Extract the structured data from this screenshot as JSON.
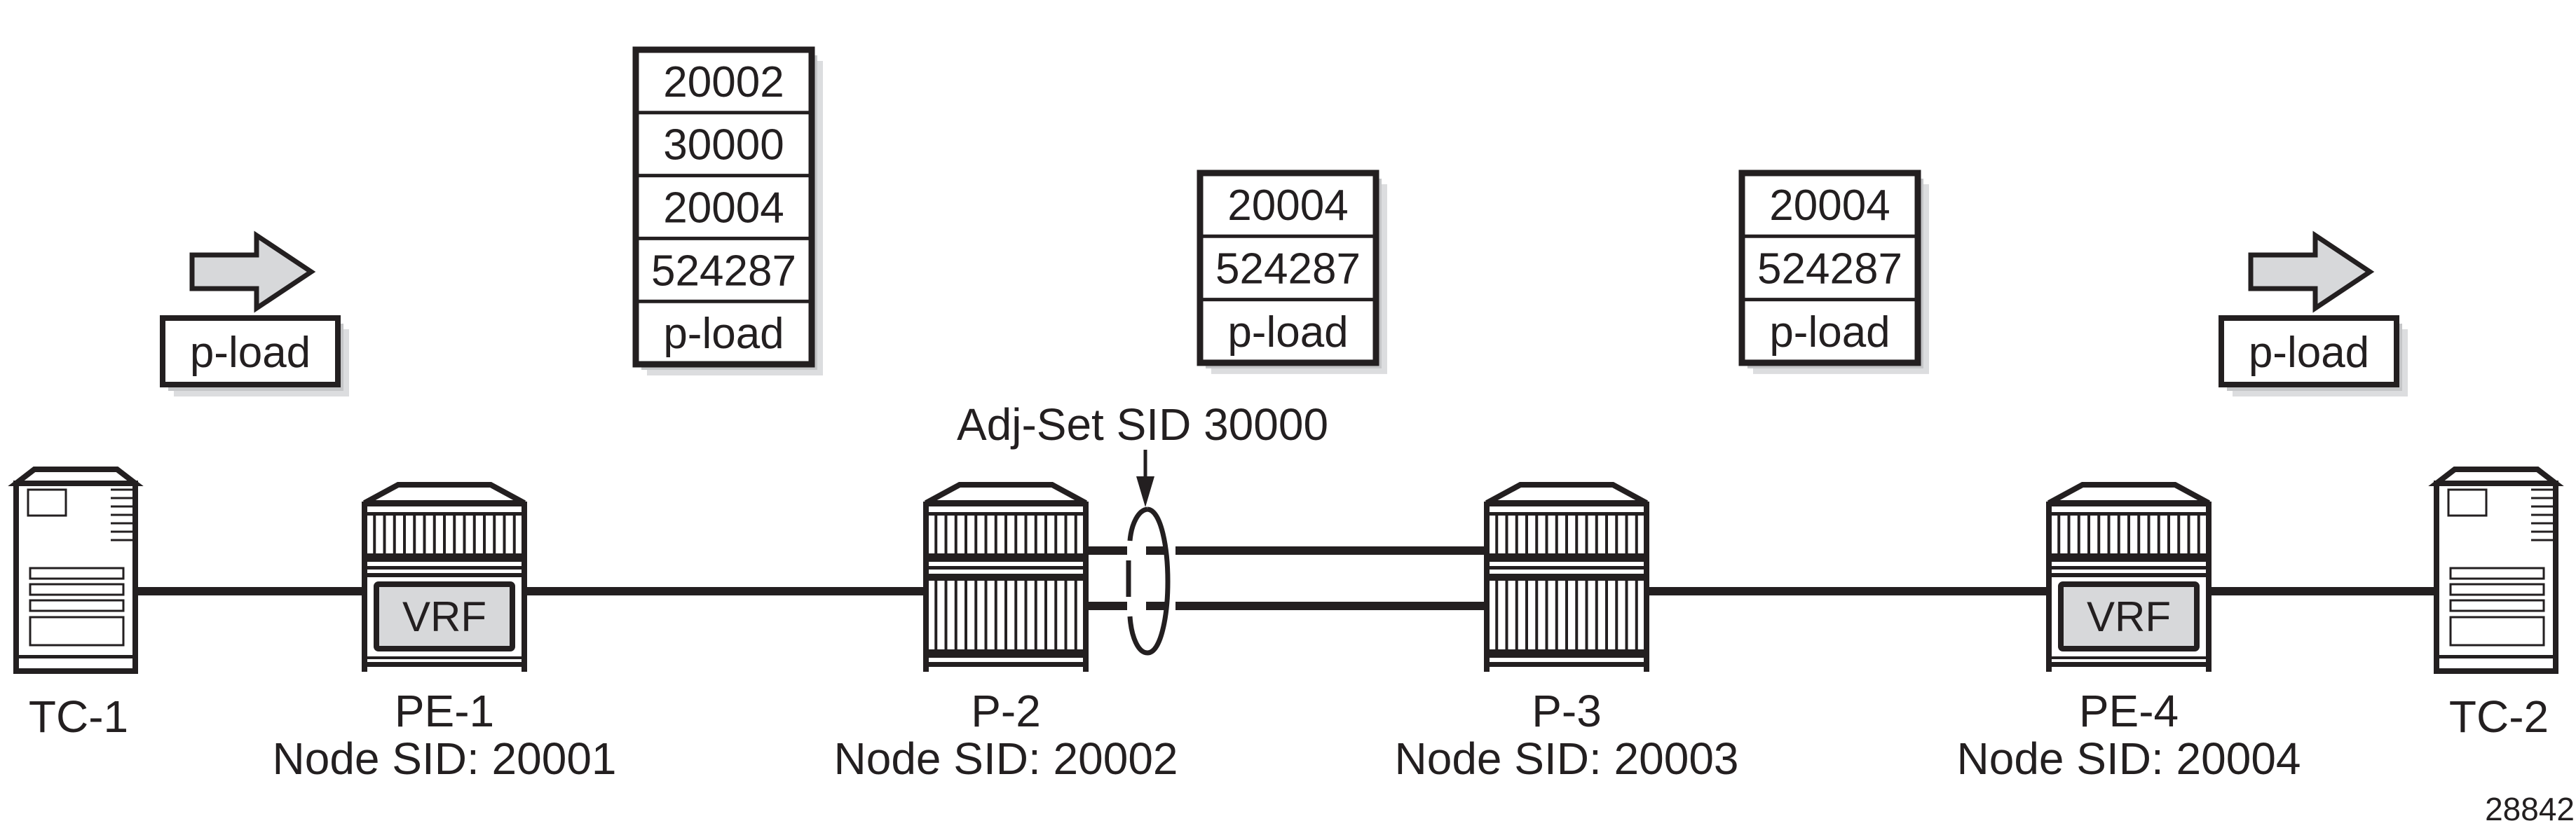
{
  "diagram": {
    "colors": {
      "stroke": "#231f20",
      "shade": "#d7d8da",
      "shadow_light": "#dcdddf",
      "shadow_dark": "#c5c6c8",
      "background": "#ffffff"
    },
    "figure_id": "28842",
    "nodes": [
      {
        "id": "tc1",
        "type": "host",
        "name": "TC-1",
        "sid_label": ""
      },
      {
        "id": "pe1",
        "type": "pe-router",
        "name": "PE-1",
        "sid_label": "Node SID: 20001",
        "vrf_label": "VRF"
      },
      {
        "id": "p2",
        "type": "p-router",
        "name": "P-2",
        "sid_label": "Node SID: 20002"
      },
      {
        "id": "p3",
        "type": "p-router",
        "name": "P-3",
        "sid_label": "Node SID: 20003"
      },
      {
        "id": "pe4",
        "type": "pe-router",
        "name": "PE-4",
        "sid_label": "Node SID: 20004",
        "vrf_label": "VRF"
      },
      {
        "id": "tc2",
        "type": "host",
        "name": "TC-2",
        "sid_label": ""
      }
    ],
    "links": [
      {
        "from": "TC-1",
        "to": "PE-1"
      },
      {
        "from": "PE-1",
        "to": "P-2"
      },
      {
        "from": "P-2",
        "to": "P-3",
        "member": 1
      },
      {
        "from": "P-2",
        "to": "P-3",
        "member": 2
      },
      {
        "from": "P-3",
        "to": "PE-4"
      },
      {
        "from": "PE-4",
        "to": "TC-2"
      }
    ],
    "adj_set": {
      "label": "Adj-Set SID 30000",
      "icon": "bundle-ellipse-icon"
    },
    "traffic": {
      "ingress": {
        "label": "p-load",
        "icon": "arrow-right-icon"
      },
      "egress": {
        "label": "p-load",
        "icon": "arrow-right-icon"
      }
    },
    "label_stacks": [
      {
        "position": "PE-1 to P-2",
        "labels": [
          "20002",
          "30000",
          "20004",
          "524287",
          "p-load"
        ]
      },
      {
        "position": "P-2 to P-3",
        "labels": [
          "20004",
          "524287",
          "p-load"
        ]
      },
      {
        "position": "P-3 to PE-4",
        "labels": [
          "20004",
          "524287",
          "p-load"
        ]
      }
    ]
  }
}
